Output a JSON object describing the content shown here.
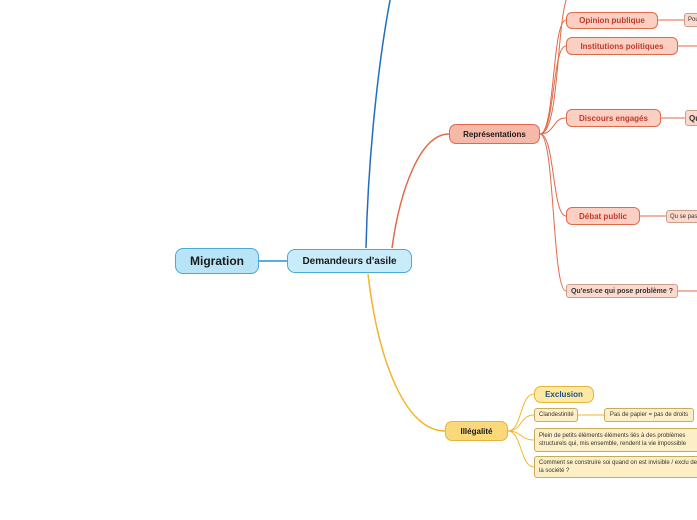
{
  "map": {
    "root": "Migration",
    "center": "Demandeurs d'asile",
    "representations": {
      "label": "Représentations",
      "opinion": "Opinion publique",
      "opinion_leaf": "Pou",
      "institutions": "Institutions politiques",
      "discours": "Discours engagés",
      "discours_leaf": "Qu",
      "debat": "Débat public",
      "debat_leaf": "Qu se pas",
      "probleme": "Qu'est-ce qui pose problème ?"
    },
    "illegalite": {
      "label": "Illégalité",
      "exclusion": "Exclusion",
      "clandestinite": "Clandestinité",
      "clandestinite_leaf": "Pas de papier = pas de droits",
      "petits_elements": "Plein de petits éléments éléments liés à des problèmes structurels qui, mis ensemble, rendent la vie impossible",
      "construire": "Comment se construire soi quand on est invisible / exclu de la société ?"
    }
  },
  "colors": {
    "blue_line": "#1f6fc0",
    "red_line": "#e06a4a",
    "yellow_line": "#f3b52b",
    "root_line": "#2a8fd0"
  }
}
